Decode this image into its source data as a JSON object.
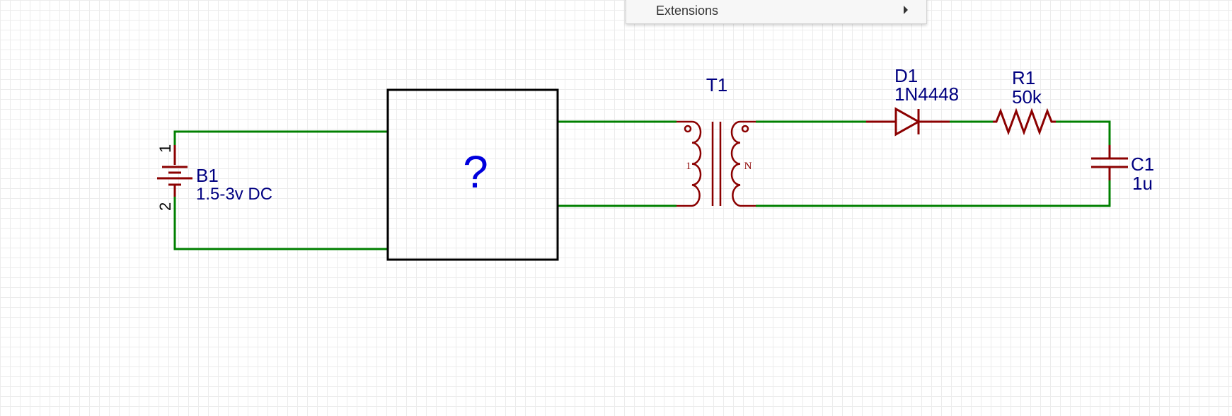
{
  "menu": {
    "extensions_label": "Extensions",
    "submenu_icon": "caret-right-icon"
  },
  "schematic": {
    "battery": {
      "designator": "B1",
      "value": "1.5-3v DC",
      "pin1": "1",
      "pin2": "2"
    },
    "unknown_block": {
      "label": "?"
    },
    "transformer": {
      "designator": "T1",
      "primary_label": "1",
      "secondary_label": "N"
    },
    "diode": {
      "designator": "D1",
      "value": "1N4448"
    },
    "resistor": {
      "designator": "R1",
      "value": "50k"
    },
    "capacitor": {
      "designator": "C1",
      "value": "1u"
    }
  },
  "colors": {
    "wire": "#008000",
    "component": "#8b0000",
    "label": "#000080",
    "block_label": "#0000dd"
  }
}
